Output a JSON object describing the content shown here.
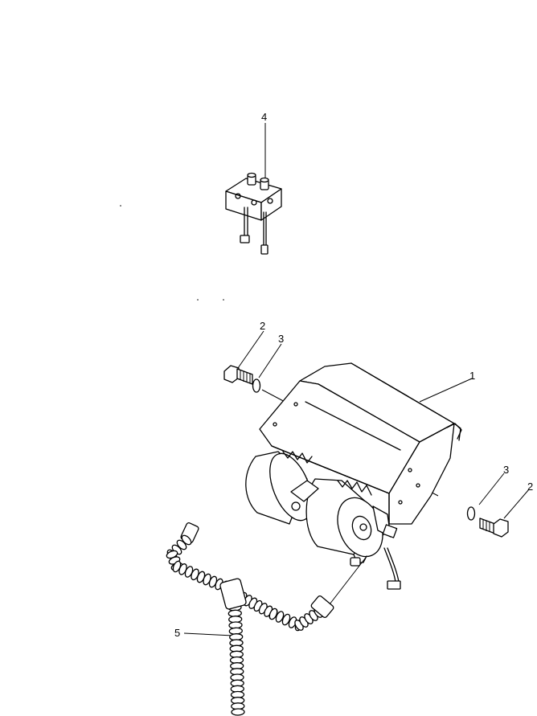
{
  "callouts": [
    {
      "id": "4",
      "text": "4"
    },
    {
      "id": "2a",
      "text": "2"
    },
    {
      "id": "3a",
      "text": "3"
    },
    {
      "id": "1",
      "text": "1"
    },
    {
      "id": "3b",
      "text": "3"
    },
    {
      "id": "2b",
      "text": "2"
    },
    {
      "id": "5",
      "text": "5"
    }
  ],
  "colors": {
    "ink": "#000000",
    "paper": "#ffffff"
  }
}
